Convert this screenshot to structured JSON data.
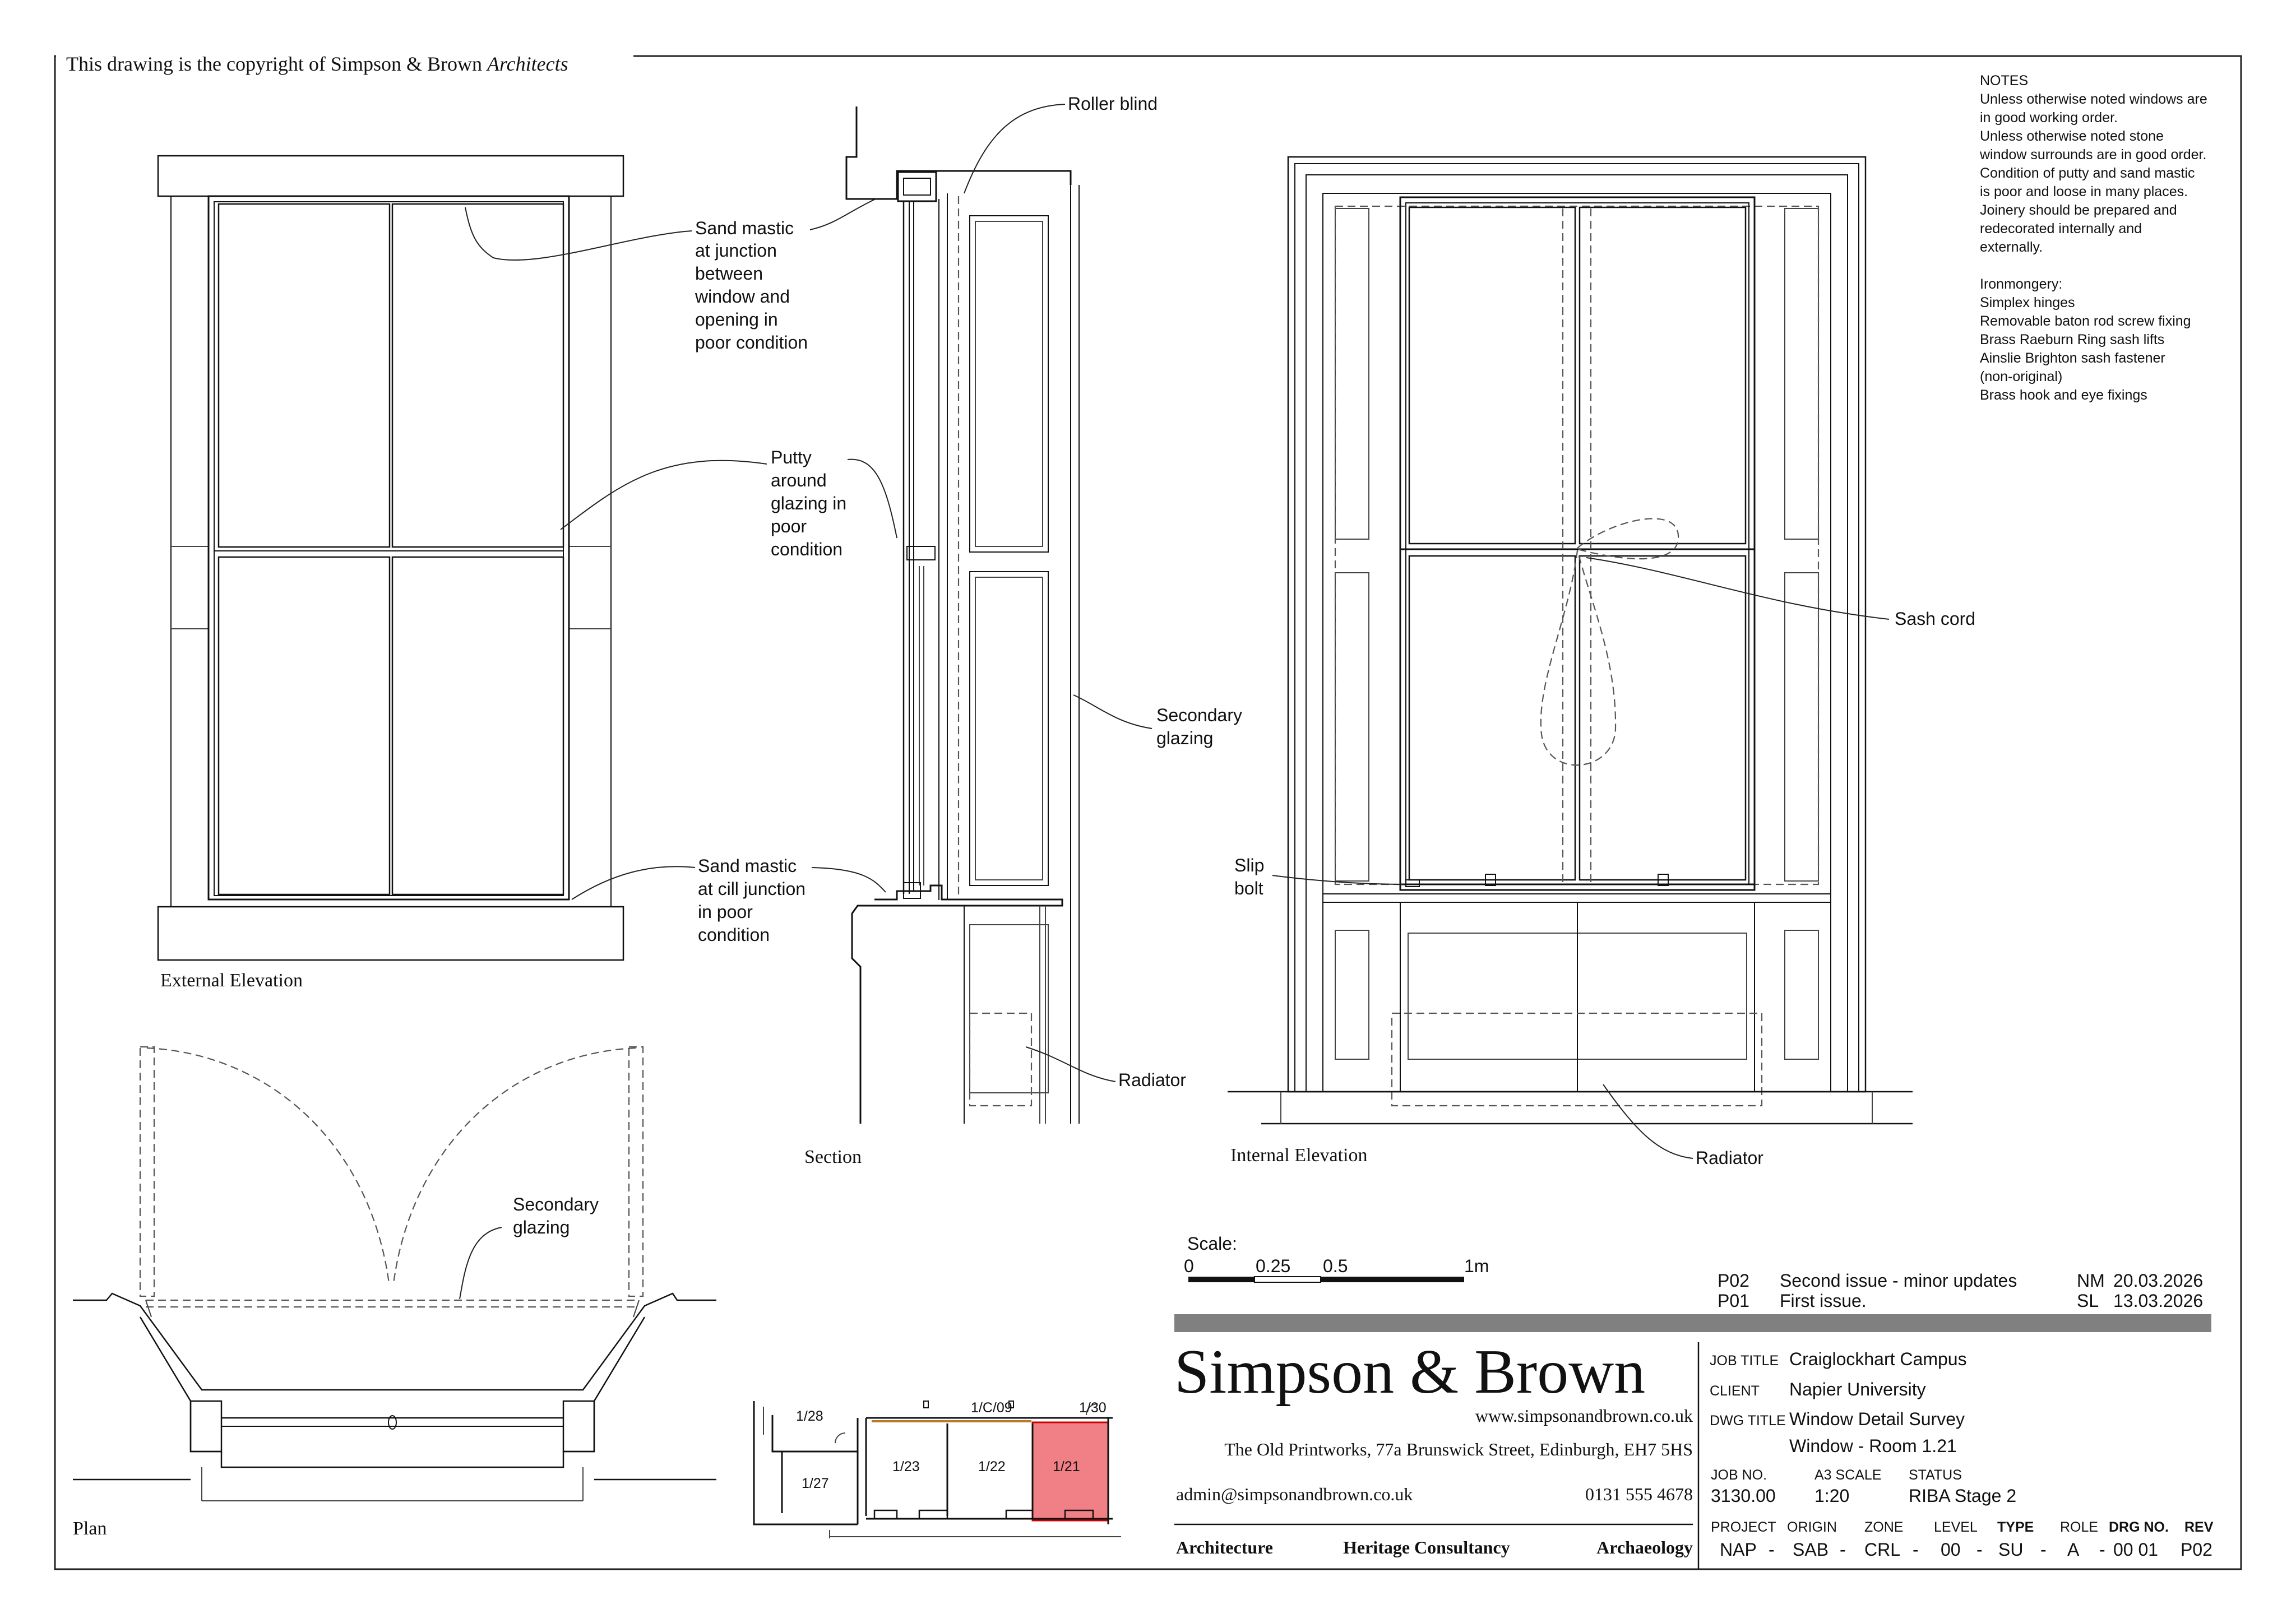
{
  "copyright": {
    "prefix": "This drawing is the copyright of Simpson & Brown",
    "suffix": "Architects"
  },
  "views": {
    "external": "External Elevation",
    "section": "Section",
    "internal": "Internal Elevation",
    "plan": "Plan"
  },
  "annotations": {
    "roller_blind": "Roller blind",
    "sand_mastic_top": [
      "Sand mastic",
      "at junction",
      "between",
      "window and",
      "opening in",
      "poor condition"
    ],
    "putty": [
      "Putty",
      "around",
      "glazing in",
      "poor",
      "condition"
    ],
    "secondary_glazing_section": [
      "Secondary",
      "glazing"
    ],
    "sand_mastic_cill": [
      "Sand mastic",
      "at cill junction",
      "in poor",
      "condition"
    ],
    "radiator_section": "Radiator",
    "sash_cord": "Sash cord",
    "slip_bolt": [
      "Slip",
      "bolt"
    ],
    "radiator_internal": "Radiator",
    "secondary_glazing_plan": [
      "Secondary",
      "glazing"
    ]
  },
  "notes": {
    "heading": "NOTES",
    "lines": [
      "Unless otherwise noted windows are",
      "in good working order.",
      "Unless otherwise noted stone",
      "window surrounds are in good order.",
      "Condition of putty and sand mastic",
      "is poor and loose in many places.",
      "Joinery should be prepared and",
      "redecorated internally and",
      "externally.",
      "",
      "Ironmongery:",
      "Simplex hinges",
      "Removable baton rod screw fixing",
      "Brass Raeburn Ring sash lifts",
      "Ainslie Brighton sash fastener",
      "(non-original)",
      "Brass hook and eye fixings"
    ]
  },
  "scale_bar": {
    "label": "Scale:",
    "ticks": [
      "0",
      "0.25",
      "0.5",
      "1m"
    ]
  },
  "key_plan": {
    "rooms": [
      "1/28",
      "1/C/09",
      "1/30",
      "1/27",
      "1/23",
      "1/22",
      "1/21"
    ],
    "highlight": "1/21",
    "highlight_color": "#f07f86"
  },
  "revisions": [
    {
      "rev": "P02",
      "desc": "Second issue - minor updates",
      "by": "NM",
      "date": "20.03.2026"
    },
    {
      "rev": "P01",
      "desc": "First issue.",
      "by": "SL",
      "date": "13.03.2026"
    }
  ],
  "firm": {
    "name": "Simpson & Brown",
    "web": "www.simpsonandbrown.co.uk",
    "address": "The Old Printworks, 77a Brunswick Street, Edinburgh, EH7 5HS",
    "email": "admin@simpsonandbrown.co.uk",
    "phone": "0131 555 4678",
    "services": [
      "Architecture",
      "Heritage Consultancy",
      "Archaeology"
    ]
  },
  "title_block": {
    "job_title_label": "JOB TITLE",
    "job_title": "Craiglockhart Campus",
    "client_label": "CLIENT",
    "client": "Napier University",
    "dwg_title_label": "DWG TITLE",
    "dwg_title_1": "Window Detail Survey",
    "dwg_title_2": "Window - Room 1.21",
    "job_no_label": "JOB NO.",
    "job_no": "3130.00",
    "scale_label": "A3 SCALE",
    "scale": "1:20",
    "status_label": "STATUS",
    "status": "RIBA Stage 2",
    "code_labels": [
      "PROJECT",
      "ORIGIN",
      "ZONE",
      "LEVEL",
      "TYPE",
      "ROLE",
      "DRG NO.",
      "REV"
    ],
    "code_values": [
      "NAP",
      "SAB",
      "CRL",
      "00",
      "SU",
      "A",
      "00 01",
      "P02"
    ]
  }
}
